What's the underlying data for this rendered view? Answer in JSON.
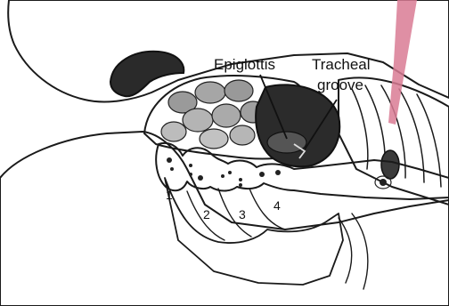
{
  "labels": {
    "epiglottis": "Epiglottis",
    "tracheal_1": "Tracheal",
    "tracheal_2": "groove",
    "arch_1": "1",
    "arch_2": "2",
    "arch_3": "3",
    "arch_4": "4"
  },
  "colors": {
    "tissue_light": "#e9e9e9",
    "tissue_mid": "#cfcfcf",
    "tissue_dark": "#9d9d9d",
    "cavity": "#2b2b2b",
    "pale_band": "#f7f7f7",
    "pink_stripe": "#d97b94"
  }
}
